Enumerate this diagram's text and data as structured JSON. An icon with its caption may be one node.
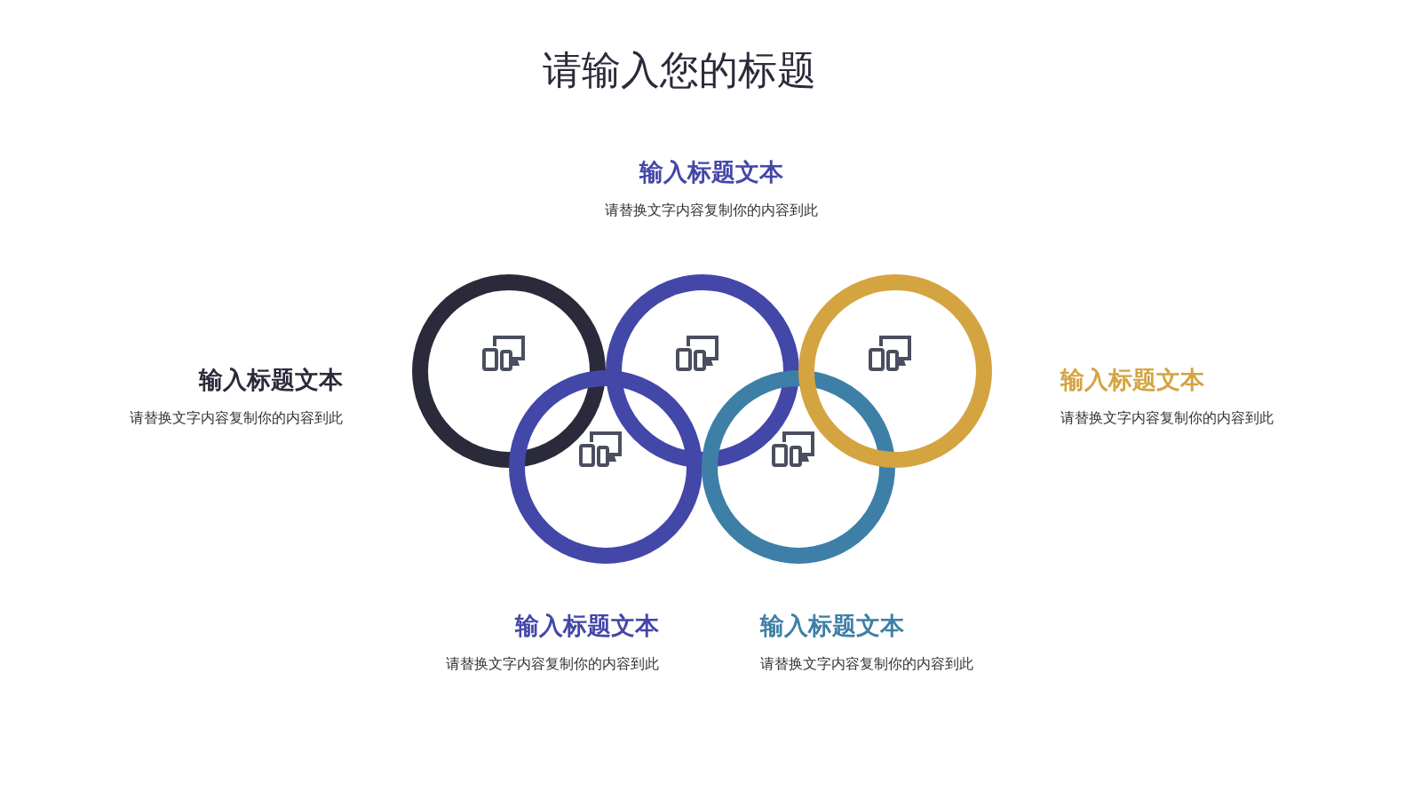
{
  "diagram": {
    "title": "请输入您的标题",
    "nodes": [
      {
        "text": [],
        "shape": "circle",
        "beside": [
          "输入标题文本",
          "请替换文字内容复制你的内容到此"
        ]
      },
      {
        "text": [],
        "shape": "circle",
        "beside": [
          "输入标题文本",
          "请替换文字内容复制你的内容到此"
        ]
      },
      {
        "text": [],
        "shape": "circle",
        "beside": [
          "输入标题文本",
          "请替换文字内容复制你的内容到此"
        ]
      },
      {
        "text": [],
        "shape": "circle",
        "beside": [
          "输入标题文本",
          "请替换文字内容复制你的内容到此"
        ]
      },
      {
        "text": [],
        "shape": "circle",
        "beside": [
          "输入标题文本",
          "请替换文字内容复制你的内容到此"
        ]
      }
    ]
  }
}
